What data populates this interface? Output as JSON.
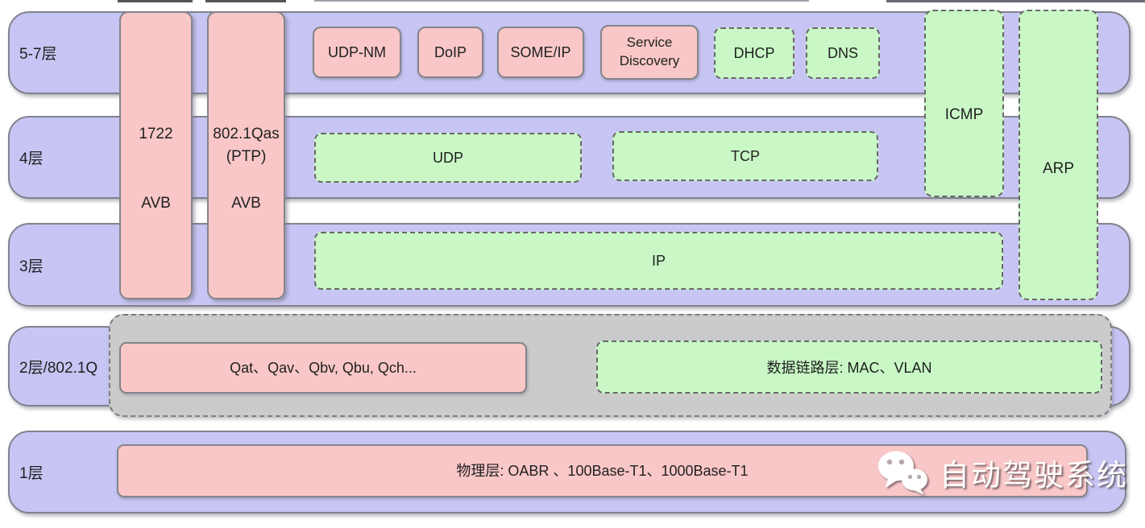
{
  "colors": {
    "band": "#c7c5f3",
    "band_border": "#82828e",
    "pink": "#f9c7c7",
    "pink_border": "#84848a",
    "green": "#c9f8c6",
    "green_border": "#686868",
    "gray": "#cbcbcb",
    "gray_border": "#7d7d7d",
    "text": "#1f1f1f",
    "watermark": "#ffffff"
  },
  "bands": {
    "l57": "5-7层",
    "l4": "4层",
    "l3": "3层",
    "l2": "2层/802.1Q",
    "l1": "1层"
  },
  "columns": {
    "avb1722": {
      "line1": "1722",
      "line2": "AVB"
    },
    "qas": {
      "line1": "802.1Qas",
      "line2": "(PTP)",
      "line3": "AVB"
    },
    "icmp": "ICMP",
    "arp": "ARP"
  },
  "top_row": {
    "udp_nm": "UDP-NM",
    "doip": "DoIP",
    "someip": "SOME/IP",
    "service_discovery": "Service Discovery",
    "dhcp": "DHCP",
    "dns": "DNS"
  },
  "layer4_boxes": {
    "udp": "UDP",
    "tcp": "TCP"
  },
  "layer3_boxes": {
    "ip": "IP"
  },
  "layer2_boxes": {
    "qat": "Qat、Qav、Qbv, Qbu, Qch...",
    "datalink": "数据链路层: MAC、VLAN"
  },
  "layer1_boxes": {
    "phy": "物理层: OABR 、100Base-T1、1000Base-T1"
  },
  "watermark": {
    "text": "自动驾驶系统"
  }
}
